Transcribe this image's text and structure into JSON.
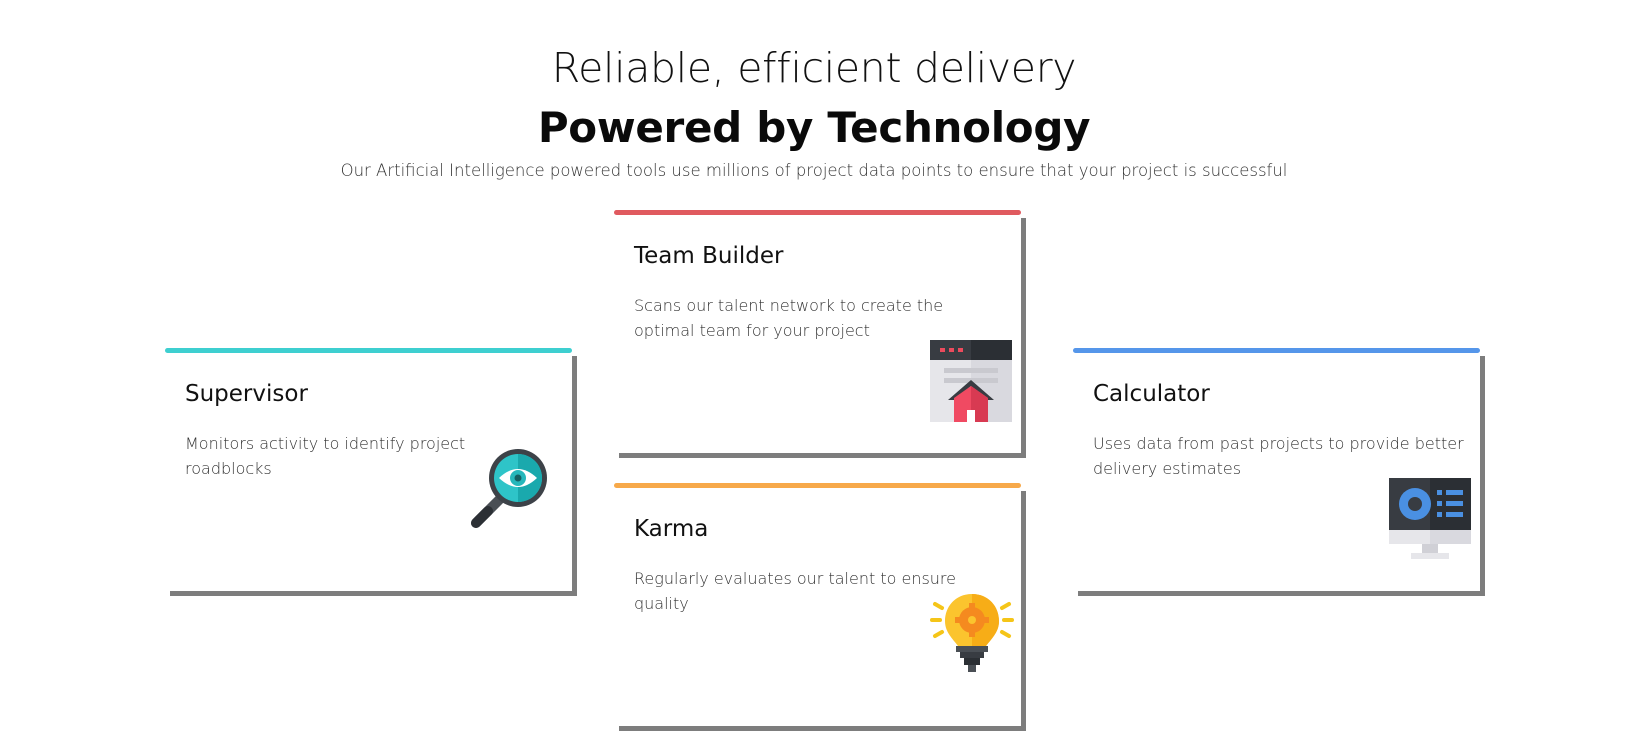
{
  "header": {
    "title_line1": "Reliable, efficient delivery",
    "title_line2": "Powered by Technology",
    "subtitle": "Our Artificial Intelligence powered tools use millions of project data points to ensure that your project is successful"
  },
  "cards": [
    {
      "title": "Supervisor",
      "description": "Monitors activity to identify project roadblocks",
      "accent": "#3ecfd0",
      "icon": "magnifier-eye-icon"
    },
    {
      "title": "Team Builder",
      "description": "Scans our talent network to create the optimal team for your project",
      "accent": "#e05a5f",
      "icon": "browser-home-icon"
    },
    {
      "title": "Karma",
      "description": "Regularly evaluates our talent to ensure quality",
      "accent": "#f7a94a",
      "icon": "lightbulb-gear-icon"
    },
    {
      "title": "Calculator",
      "description": "Uses data from past projects to provide better delivery estimates",
      "accent": "#5596ea",
      "icon": "monitor-dashboard-icon"
    }
  ]
}
